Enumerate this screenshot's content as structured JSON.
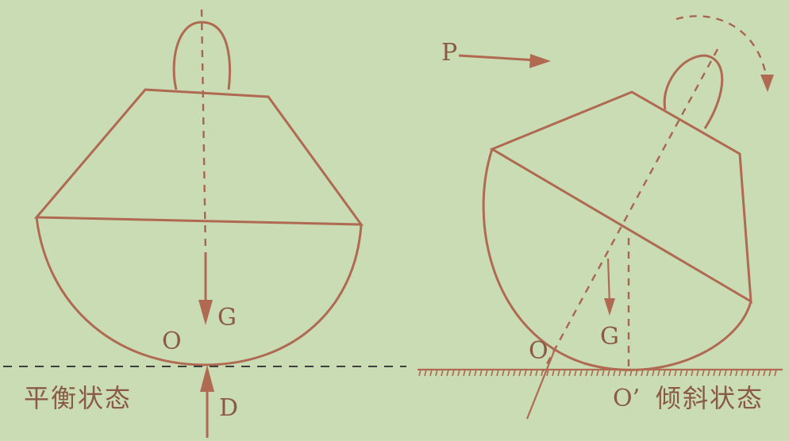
{
  "left": {
    "label_G": "G",
    "label_O": "O",
    "label_D": "D",
    "caption": "平衡状态"
  },
  "right": {
    "label_P": "P",
    "label_G": "G",
    "label_O": "O",
    "label_O_prime": "O’",
    "caption": "倾斜状态"
  },
  "colors": {
    "background": "#c9dcb4",
    "ink": "#b06a52",
    "dashed_baseline": "#3c4038"
  }
}
